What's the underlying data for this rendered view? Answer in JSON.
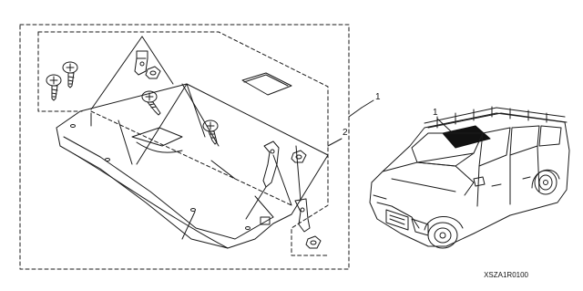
{
  "diagram": {
    "callouts": {
      "kit": "1",
      "deflector": "2",
      "vehicle_roof": "1"
    },
    "part_number": "XSZA1R0100"
  }
}
